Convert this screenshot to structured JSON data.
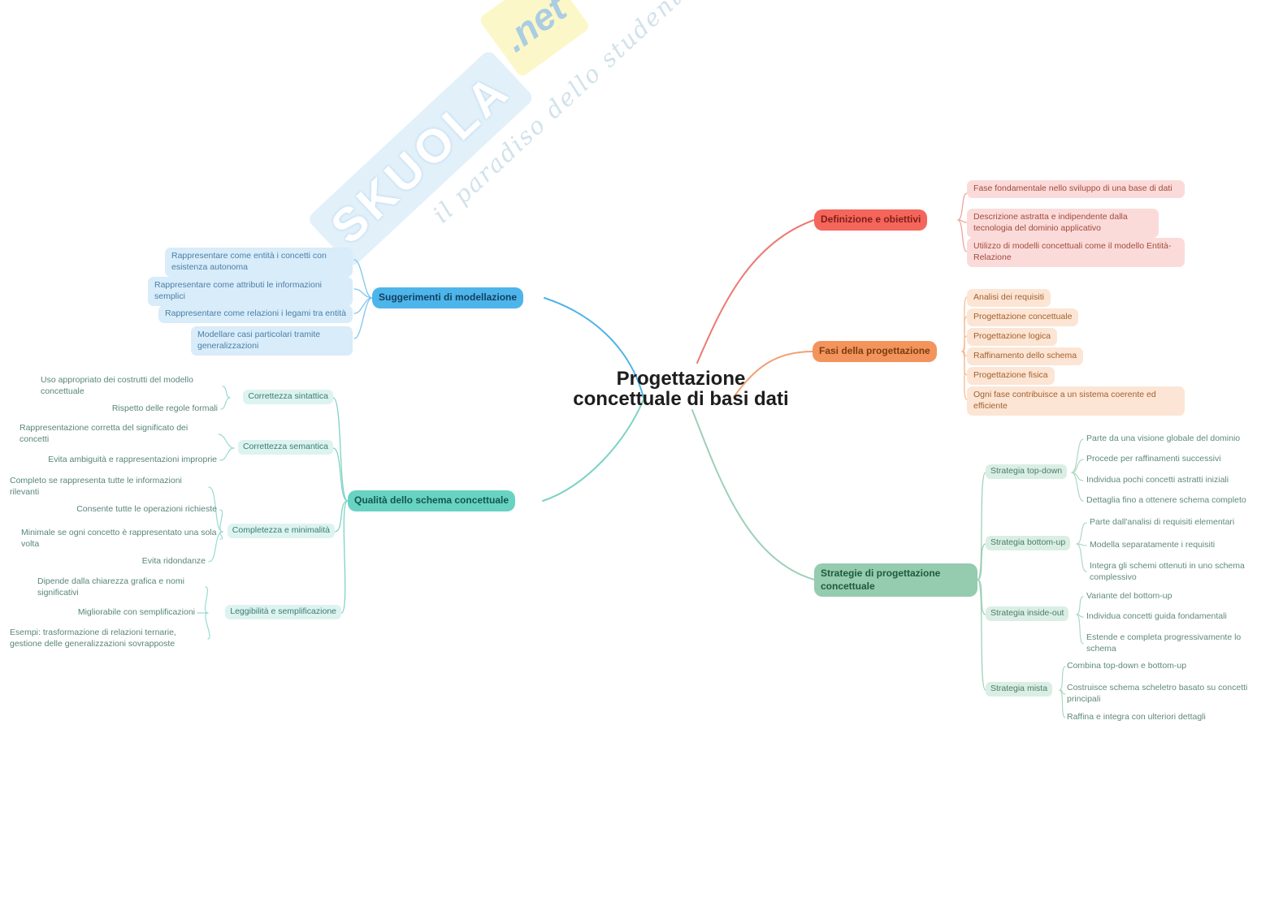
{
  "center": {
    "title": "Progettazione concettuale di basi dati"
  },
  "watermark": {
    "brand": "SKUOLA",
    "tld": ".net",
    "tagline": "il paradiso dello studente"
  },
  "colors": {
    "red_node": "#f4655c",
    "red_child_bg": "#fbdbd9",
    "orange_node": "#f3945c",
    "orange_child_bg": "#fce5d4",
    "blue_node": "#4eb5eb",
    "blue_child_bg": "#d8ecfa",
    "teal_node": "#68d3c2",
    "teal_sub_bg": "#ddf3f0",
    "green_node": "#95cbae",
    "green_sub_bg": "#daeee5",
    "central_text": "#1d1d1d"
  },
  "branches": {
    "definizione": {
      "label": "Definizione e obiettivi",
      "children": [
        "Fase fondamentale nello sviluppo di una base di dati",
        "Descrizione astratta e indipendente dalla tecnologia del dominio applicativo",
        "Utilizzo di modelli concettuali come il modello Entità-Relazione"
      ]
    },
    "fasi": {
      "label": "Fasi della progettazione",
      "children": [
        "Analisi dei requisiti",
        "Progettazione concettuale",
        "Progettazione logica",
        "Raffinamento dello schema",
        "Progettazione fisica",
        "Ogni fase contribuisce a un sistema coerente ed efficiente"
      ]
    },
    "strategie": {
      "label": "Strategie di progettazione concettuale",
      "subs": [
        {
          "label": "Strategia top-down",
          "items": [
            "Parte da una visione globale del dominio",
            "Procede per raffinamenti successivi",
            "Individua pochi concetti astratti iniziali",
            "Dettaglia fino a ottenere schema completo"
          ]
        },
        {
          "label": "Strategia bottom-up",
          "items": [
            "Parte dall'analisi di requisiti elementari",
            "Modella separatamente i requisiti",
            "Integra gli schemi ottenuti in uno schema complessivo"
          ]
        },
        {
          "label": "Strategia inside-out",
          "items": [
            "Variante del bottom-up",
            "Individua concetti guida fondamentali",
            "Estende e completa progressivamente lo schema"
          ]
        },
        {
          "label": "Strategia mista",
          "items": [
            "Combina top-down e bottom-up",
            "Costruisce schema scheletro basato su concetti principali",
            "Raffina e integra con ulteriori dettagli"
          ]
        }
      ]
    },
    "suggerimenti": {
      "label": "Suggerimenti di modellazione",
      "children": [
        "Rappresentare come entità i concetti con esistenza autonoma",
        "Rappresentare come attributi le informazioni semplici",
        "Rappresentare come relazioni i legami tra entità",
        "Modellare casi particolari tramite generalizzazioni"
      ]
    },
    "qualita": {
      "label": "Qualità dello schema concettuale",
      "subs": [
        {
          "label": "Correttezza sintattica",
          "items": [
            "Uso appropriato dei costrutti del modello concettuale",
            "Rispetto delle regole formali"
          ]
        },
        {
          "label": "Correttezza semantica",
          "items": [
            "Rappresentazione corretta del significato dei concetti",
            "Evita ambiguità e rappresentazioni improprie"
          ]
        },
        {
          "label": "Completezza e minimalità",
          "items": [
            "Completo se rappresenta tutte le informazioni rilevanti",
            "Consente tutte le operazioni richieste",
            "Minimale se ogni concetto è rappresentato una sola volta",
            "Evita ridondanze"
          ]
        },
        {
          "label": "Leggibilità e semplificazione",
          "items": [
            "Dipende dalla chiarezza grafica e nomi significativi",
            "Migliorabile con semplificazioni",
            "Esempi: trasformazione di relazioni ternarie, gestione delle generalizzazioni sovrapposte"
          ]
        }
      ]
    }
  }
}
